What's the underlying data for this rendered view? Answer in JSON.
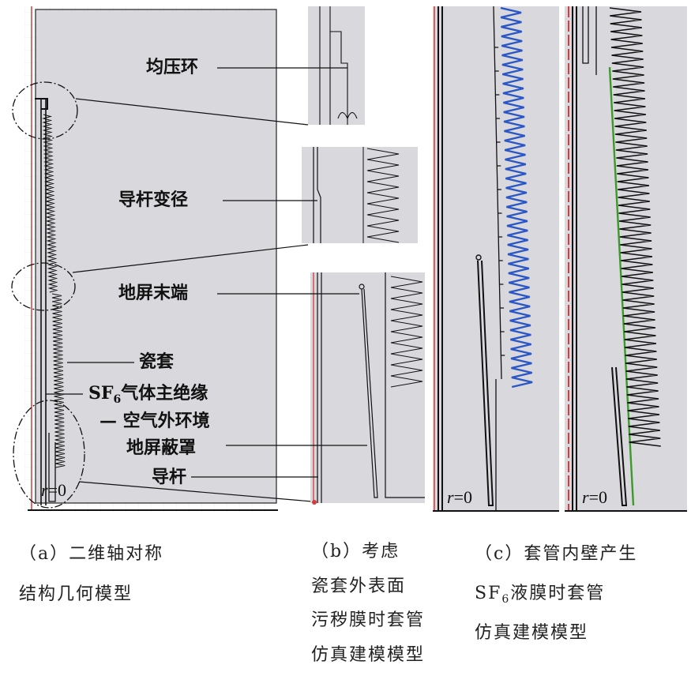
{
  "labels": {
    "grading_ring": "均压环",
    "rod_taper": "导杆变径",
    "ground_screen_end": "地屏末端",
    "porcelain": "瓷套",
    "sf6_prefix": "SF",
    "sf6_sub": "6",
    "sf6_main": "气体主绝缘",
    "air_outer": "— 空气外环境",
    "ground_shield": "地屏蔽罩",
    "conductor_rod": "导杆"
  },
  "axis_label": {
    "r": "r",
    "eq": "=0"
  },
  "captions": {
    "a": [
      "（a）二维轴对称",
      "结构几何模型"
    ],
    "b": [
      "（b）考虑",
      "瓷套外表面",
      "污秽膜时套管",
      "仿真建模模型"
    ],
    "c_line1": "（c）套管内壁产生",
    "c_line2_prefix": "SF",
    "c_line2_sub": "6",
    "c_line2_rest": "液膜时套管",
    "c_line3": "仿真建模模型"
  },
  "colors": {
    "panel_fill": "#d9d8dc",
    "outline": "#111111",
    "axis_red": "#d63c3c",
    "film_blue": "#2a56c6",
    "film_green": "#3b9a2a"
  }
}
